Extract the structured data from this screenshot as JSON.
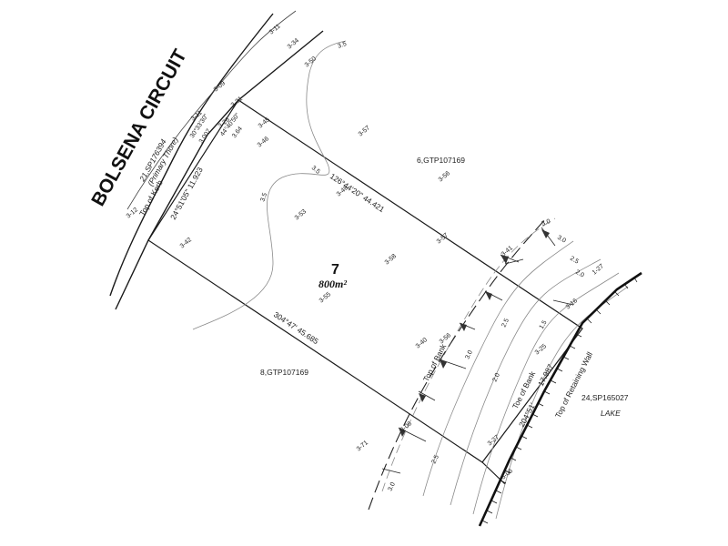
{
  "road": {
    "name": "BOLSENA CIRCUIT"
  },
  "lot": {
    "number": "7",
    "area": "800m²"
  },
  "parcels": {
    "north": "6,GTP107169",
    "south": "8,GTP107169",
    "lake_lot": "24,SP165027",
    "lake_word": "LAKE",
    "road_lot": "21,SP176394",
    "road_lot_note": "(Primary Thore)"
  },
  "bearings": {
    "north_boundary": "126°44'20\"  44.421",
    "south_boundary": "304°47'  45.685",
    "frontage": "24°51'05\"  11.923",
    "chord1_bearing": "30°33'30\"",
    "chord1_dist": "3.007",
    "chord2_bearing": "44°40'50\"",
    "chord2_dist": "3.64",
    "rear": "204°51'",
    "rear_dist": "17.987"
  },
  "notes": {
    "top_of_kerb": "Top   of   Kerb",
    "top_of_bank": "Top   of   Bank",
    "toe_of_bank": "Toe   of   Bank",
    "top_of_wall": "Top   of   Retaining   Wall"
  },
  "spot_levels": {
    "l1": "3-34",
    "l2": "3-11",
    "l3": "3-09",
    "l4": "3-11",
    "l5": "3-26",
    "l6": "3-31",
    "l7": "3-50",
    "l8": "3-45",
    "l9": "3-46",
    "l10": "3-57",
    "l11": "3-56",
    "l12": "3-49",
    "l13": "3-12",
    "l14": "3-53",
    "l15": "3-42",
    "l16": "3-58",
    "l17": "3-57",
    "l18": "3-55",
    "l19": "3-41",
    "l20": "3-40",
    "l21": "3-56",
    "l22": "3-16",
    "l23": "3-25",
    "l24": "3-71",
    "l25": "3-06",
    "l26": "3-06",
    "l27": "3-27",
    "l28": "1-27"
  },
  "contours": {
    "c1": "3.5",
    "c2": "3.5",
    "c3": "3.5",
    "c4": "3.0",
    "c5": "2.5",
    "c6": "2.0",
    "c7": "1.5",
    "c8": "3.0",
    "c9": "2.5",
    "c10": "2.0",
    "c11": "3.0",
    "c12": "2.5",
    "c13": "3.0"
  }
}
